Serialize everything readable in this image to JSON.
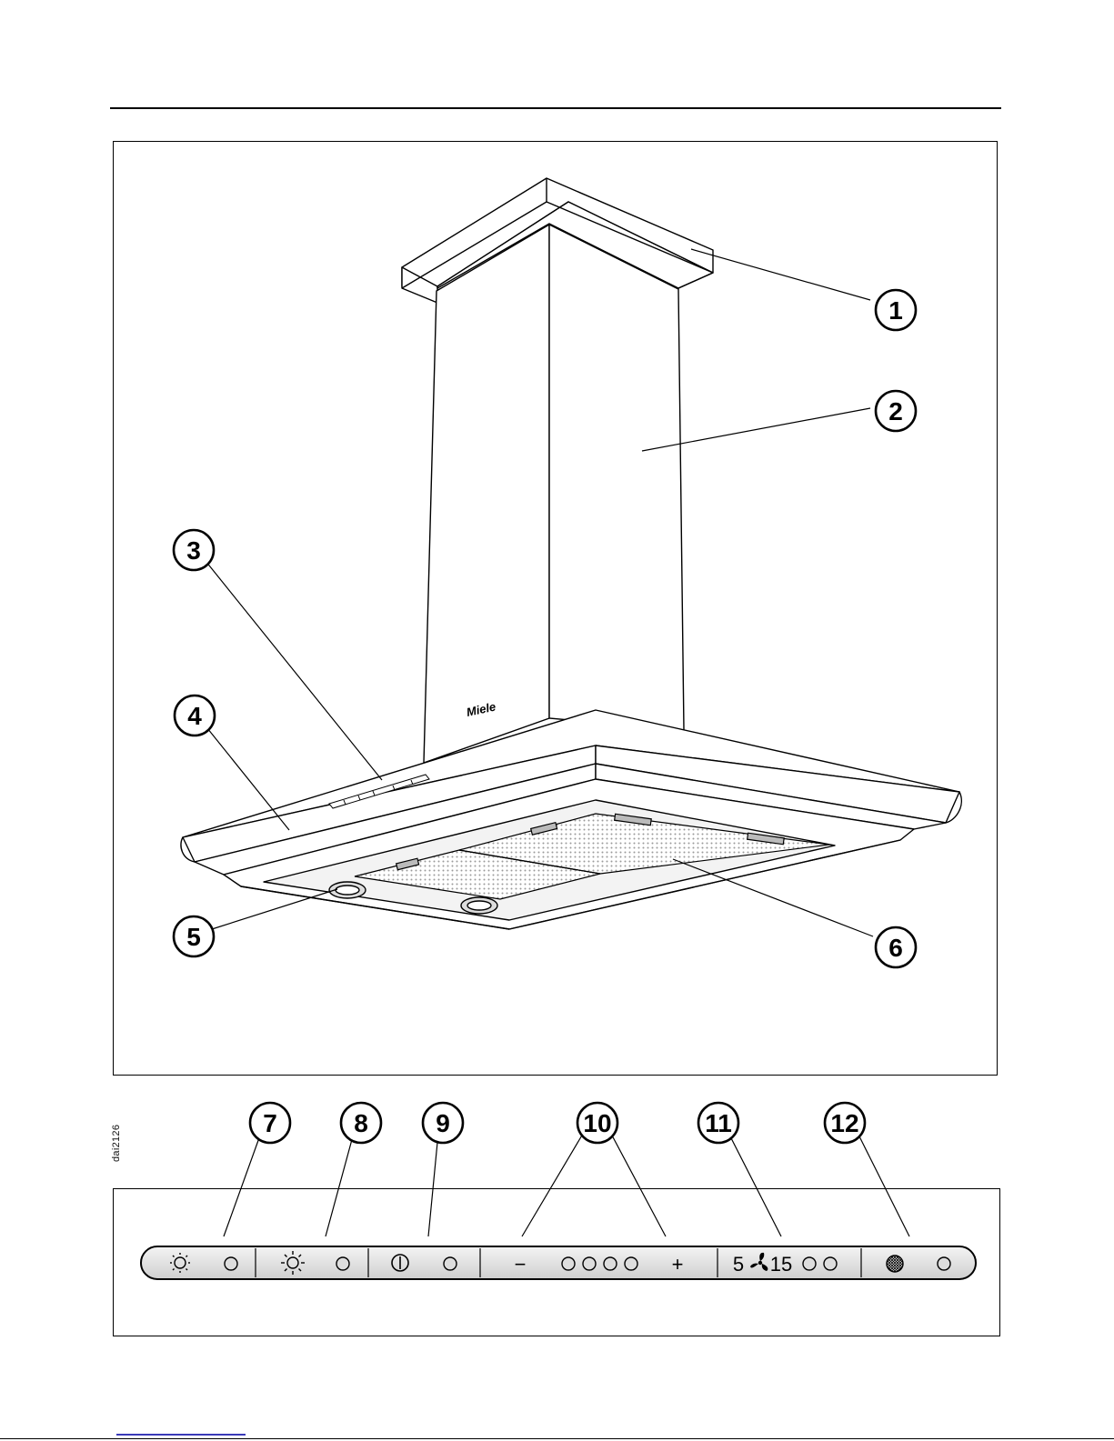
{
  "figure": {
    "brand_logo": "Miele",
    "reference_code": "dai2126"
  },
  "callouts": {
    "c1": "1",
    "c2": "2",
    "c3": "3",
    "c4": "4",
    "c5": "5",
    "c6": "6",
    "c7": "7",
    "c8": "8",
    "c9": "9",
    "c10": "10",
    "c11": "11",
    "c12": "12"
  },
  "control_panel": {
    "minus": "−",
    "plus": "+",
    "timer_left": "5",
    "timer_right": "15",
    "icons": [
      "light-dim-icon",
      "light-icon",
      "power-icon",
      "minus-icon",
      "plus-icon",
      "fan-timer-icon",
      "filter-icon"
    ]
  }
}
